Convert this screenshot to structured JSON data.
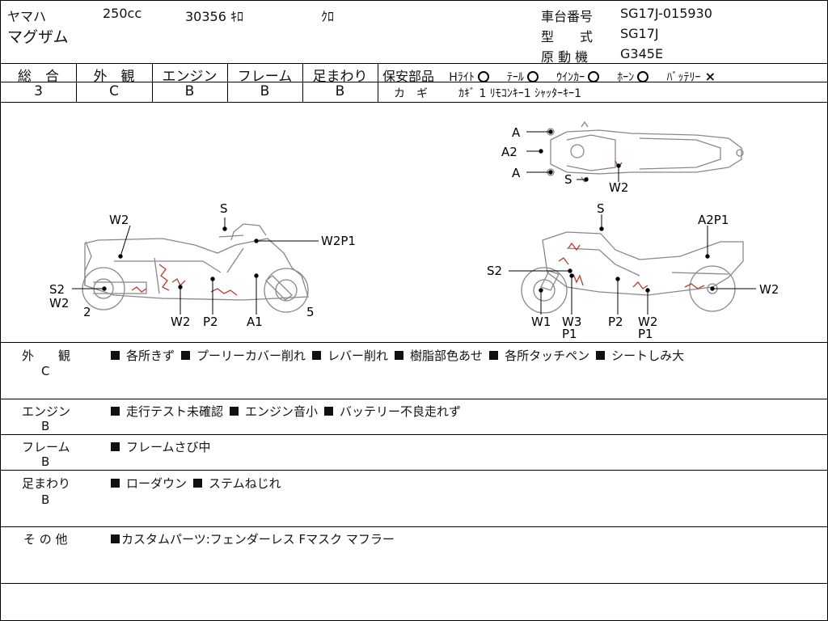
{
  "header": {
    "maker": "ヤマハ",
    "displacement": "250cc",
    "mileage": "30356 ｷﾛ",
    "color": "ｸﾛ",
    "model_name": "マグザム",
    "frame_no_label": "車台番号",
    "frame_no": "SG17J-015930",
    "type_label": "型　　式",
    "type_value": "SG17J",
    "engine_label": "原 動 機",
    "engine_value": "G345E"
  },
  "grades": [
    {
      "label": "総　合",
      "value": "3"
    },
    {
      "label": "外　観",
      "value": "C"
    },
    {
      "label": "エンジン",
      "value": "B"
    },
    {
      "label": "フレーム",
      "value": "B"
    },
    {
      "label": "足まわり",
      "value": "B"
    }
  ],
  "safety": {
    "label": "保安部品",
    "items": [
      {
        "name": "Hﾗｲﾄ",
        "mark": "circle"
      },
      {
        "name": "ﾃｰﾙ",
        "mark": "circle"
      },
      {
        "name": "ｳｲﾝｶｰ",
        "mark": "circle"
      },
      {
        "name": "ﾎｰﾝ",
        "mark": "circle"
      },
      {
        "name": "ﾊﾞｯﾃﾘｰ",
        "mark": "×"
      }
    ],
    "keys_label": "カ　ギ",
    "keys_value": "ｶｷﾞ 1  ﾘﾓｺﾝｷｰ1  ｼｬｯﾀｰｷｰ1"
  },
  "diagram": {
    "left_labels": [
      "W2",
      "S",
      "W2P1",
      "S2",
      "W2",
      "2",
      "W2",
      "P2",
      "A1",
      "5"
    ],
    "right_labels": [
      "S",
      "A2P1",
      "S2",
      "W2",
      "W1",
      "W3",
      "P1",
      "P2",
      "W2",
      "P1"
    ],
    "top_labels": [
      "A",
      "A2",
      "A",
      "S",
      "W2"
    ]
  },
  "notes": [
    {
      "category": "外　　観",
      "grade": "C",
      "items": [
        "各所きず",
        "プーリーカバー削れ",
        "レバー削れ",
        "樹脂部色あせ",
        "各所タッチペン",
        "シートしみ大"
      ]
    },
    {
      "category": "エンジン",
      "grade": "B",
      "items": [
        "走行テスト未確認",
        "エンジン音小",
        "バッテリー不良走れず"
      ]
    },
    {
      "category": "フレーム",
      "grade": "B",
      "items": [
        "フレームさび中"
      ]
    },
    {
      "category": "足まわり",
      "grade": "B",
      "items": [
        "ローダウン",
        "ステムねじれ"
      ]
    },
    {
      "category": "そ の 他",
      "grade": "",
      "items": [
        "カスタムパーツ:フェンダーレス Fマスク マフラー"
      ]
    }
  ],
  "colors": {
    "damage_mark": "#c0392b",
    "line": "#000000",
    "sketch": "#888888"
  }
}
